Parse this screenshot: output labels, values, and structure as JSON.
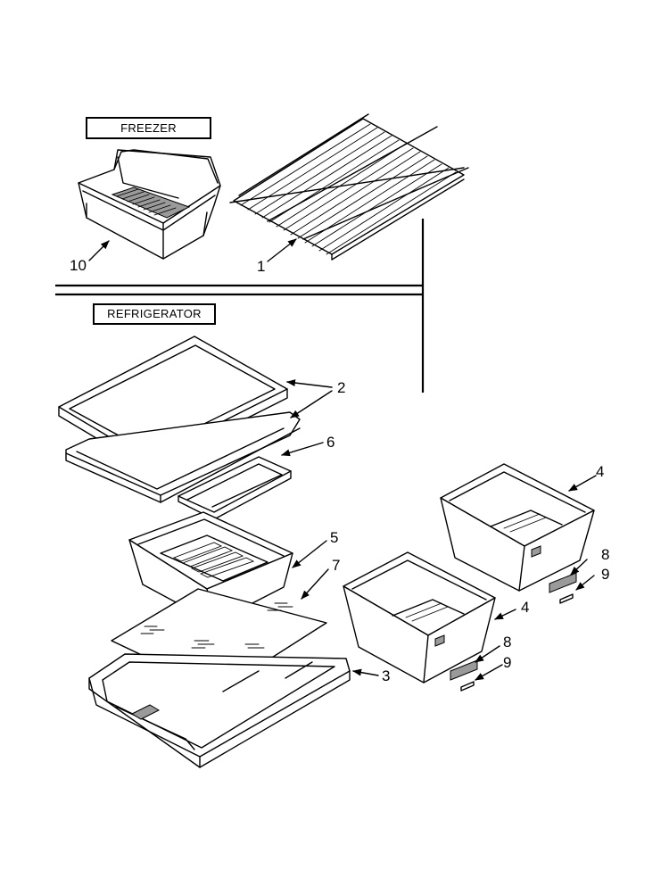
{
  "sections": {
    "freezer": "FREEZER",
    "refrigerator": "REFRIGERATOR"
  },
  "callouts": [
    {
      "id": "c10",
      "label": "10"
    },
    {
      "id": "c1",
      "label": "1"
    },
    {
      "id": "c2",
      "label": "2"
    },
    {
      "id": "c6",
      "label": "6"
    },
    {
      "id": "c5",
      "label": "5"
    },
    {
      "id": "c7",
      "label": "7"
    },
    {
      "id": "c3",
      "label": "3"
    },
    {
      "id": "c4a",
      "label": "4"
    },
    {
      "id": "c8a",
      "label": "8"
    },
    {
      "id": "c9a",
      "label": "9"
    },
    {
      "id": "c4b",
      "label": "4"
    },
    {
      "id": "c8b",
      "label": "8"
    },
    {
      "id": "c9b",
      "label": "9"
    }
  ]
}
